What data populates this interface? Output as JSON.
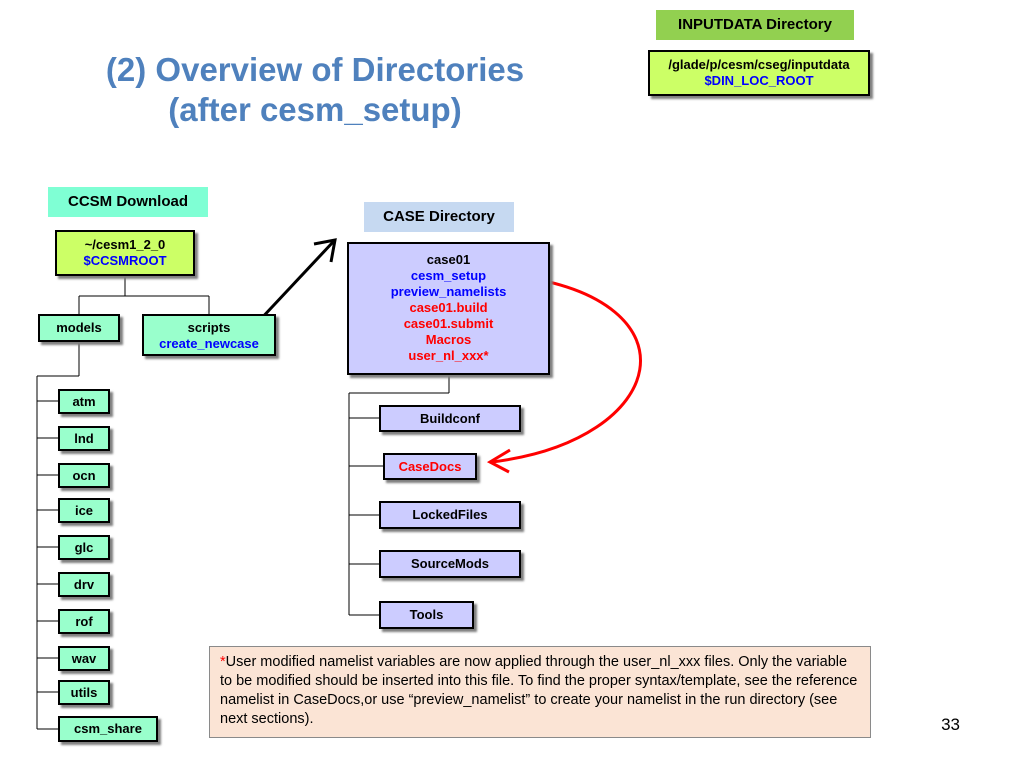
{
  "title": {
    "line1": "(2) Overview of Directories",
    "line2": "(after cesm_setup)"
  },
  "inputdata": {
    "label": "INPUTDATA Directory",
    "path": "/glade/p/cesm/cseg/inputdata",
    "var": "$DIN_LOC_ROOT"
  },
  "ccsm": {
    "label": "CCSM Download",
    "root_path": "~/cesm1_2_0",
    "root_var": "$CCSMROOT",
    "models": "models",
    "scripts": "scripts",
    "create_newcase": "create_newcase",
    "components": [
      "atm",
      "lnd",
      "ocn",
      "ice",
      "glc",
      "drv",
      "rof",
      "wav",
      "utils",
      "csm_share"
    ]
  },
  "case": {
    "label": "CASE Directory",
    "name": "case01",
    "files": [
      {
        "text": "cesm_setup",
        "color": "#0000ff"
      },
      {
        "text": "preview_namelists",
        "color": "#0000ff"
      },
      {
        "text": "case01.build",
        "color": "#ff0000"
      },
      {
        "text": "case01.submit",
        "color": "#ff0000"
      },
      {
        "text": "Macros",
        "color": "#ff0000"
      },
      {
        "text": "user_nl_xxx*",
        "color": "#ff0000"
      }
    ],
    "subdirs": [
      "Buildconf",
      "CaseDocs",
      "LockedFiles",
      "SourceMods",
      "Tools"
    ]
  },
  "note": {
    "asterisk": "*",
    "text": "User modified namelist variables are now applied through the user_nl_xxx files. Only the variable to be modified should be inserted into this file. To find the proper syntax/template, see the reference namelist in CaseDocs,or use “preview_namelist” to create your namelist in the run directory (see next sections)."
  },
  "page_number": "33",
  "colors": {
    "title": "#4f81bd",
    "accent_red": "#ff0000",
    "accent_blue": "#0000ff"
  }
}
